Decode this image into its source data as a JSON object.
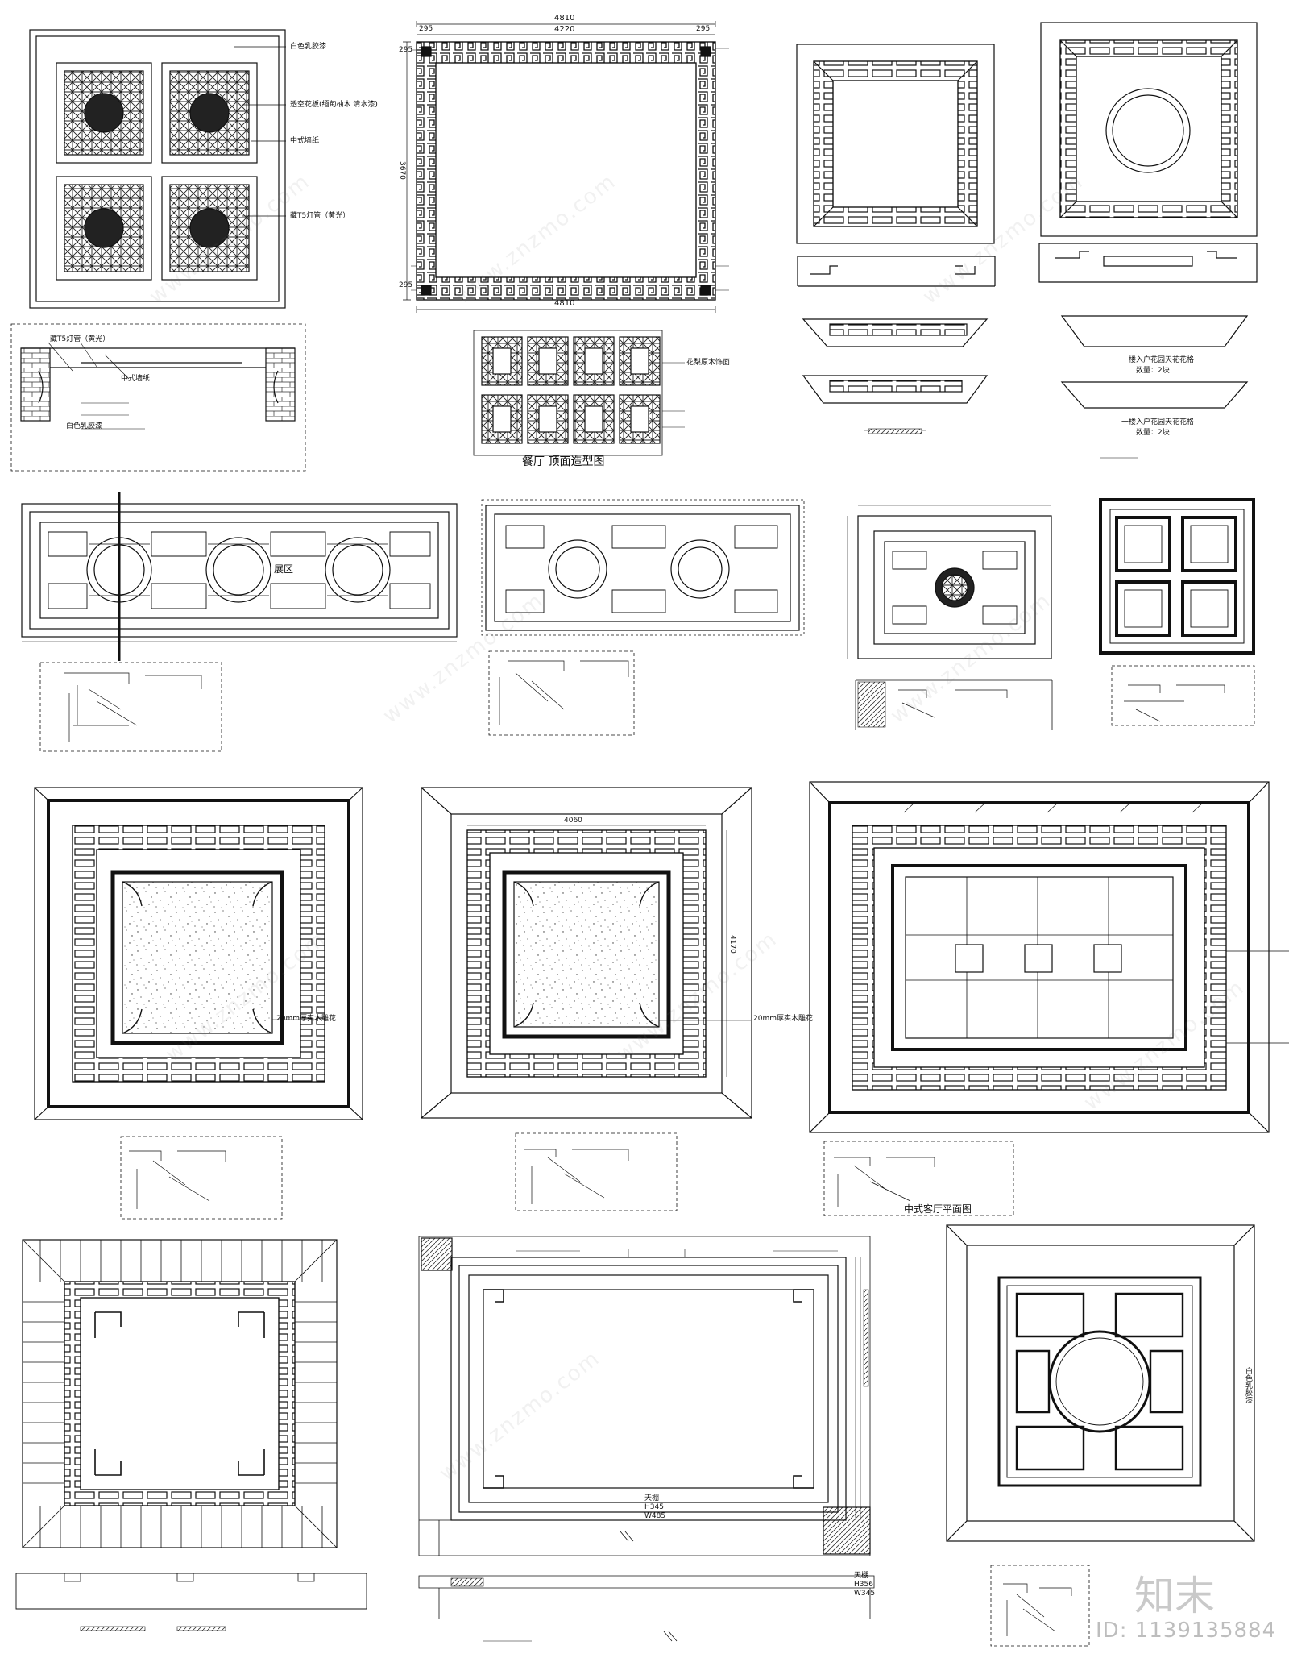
{
  "labels": {
    "d1_a": "白色乳胶漆",
    "d1_b": "透空花板(缅甸柚木 清水漆)",
    "d1_c": "中式墙纸",
    "d1_d": "藏T5灯管（黄光）",
    "s1_a": "藏T5灯管（黄光）",
    "s1_b": "中式墙纸",
    "s1_c": "白色乳胶漆",
    "d2_w1": "4810",
    "d2_w2": "4220",
    "d2_w3": "4810",
    "d2_m1": "295",
    "d2_m2": "295",
    "d2_m3": "295",
    "d2_m4": "295",
    "d2_h": "3670",
    "d2_title": "餐厅  顶面造型图",
    "d2_n1": "花梨原木饰面",
    "d9_lbl": "展区",
    "d11_note": "20mm厚实木雕花",
    "d12_note": "20mm厚实木雕花",
    "d12_dim1": "4060",
    "d12_dim2": "4170",
    "d13_title": "中式客厅平面图",
    "d16_a": "天棚",
    "d16_b": "H345",
    "d16_c": "W485",
    "d16_d": "天棚",
    "d16_e": "H356",
    "d16_f": "W345",
    "d17_lbl": "白色乳胶漆",
    "d7_a": "一楼入户花园天花花格",
    "d7_b": "数量：2块",
    "d7_c": "一楼入户花园天花花格",
    "d7_d": "数量：2块"
  },
  "brand": {
    "logo": "知末",
    "id_text": "ID: 1139135884",
    "watermark": "www.znzmo.com"
  }
}
